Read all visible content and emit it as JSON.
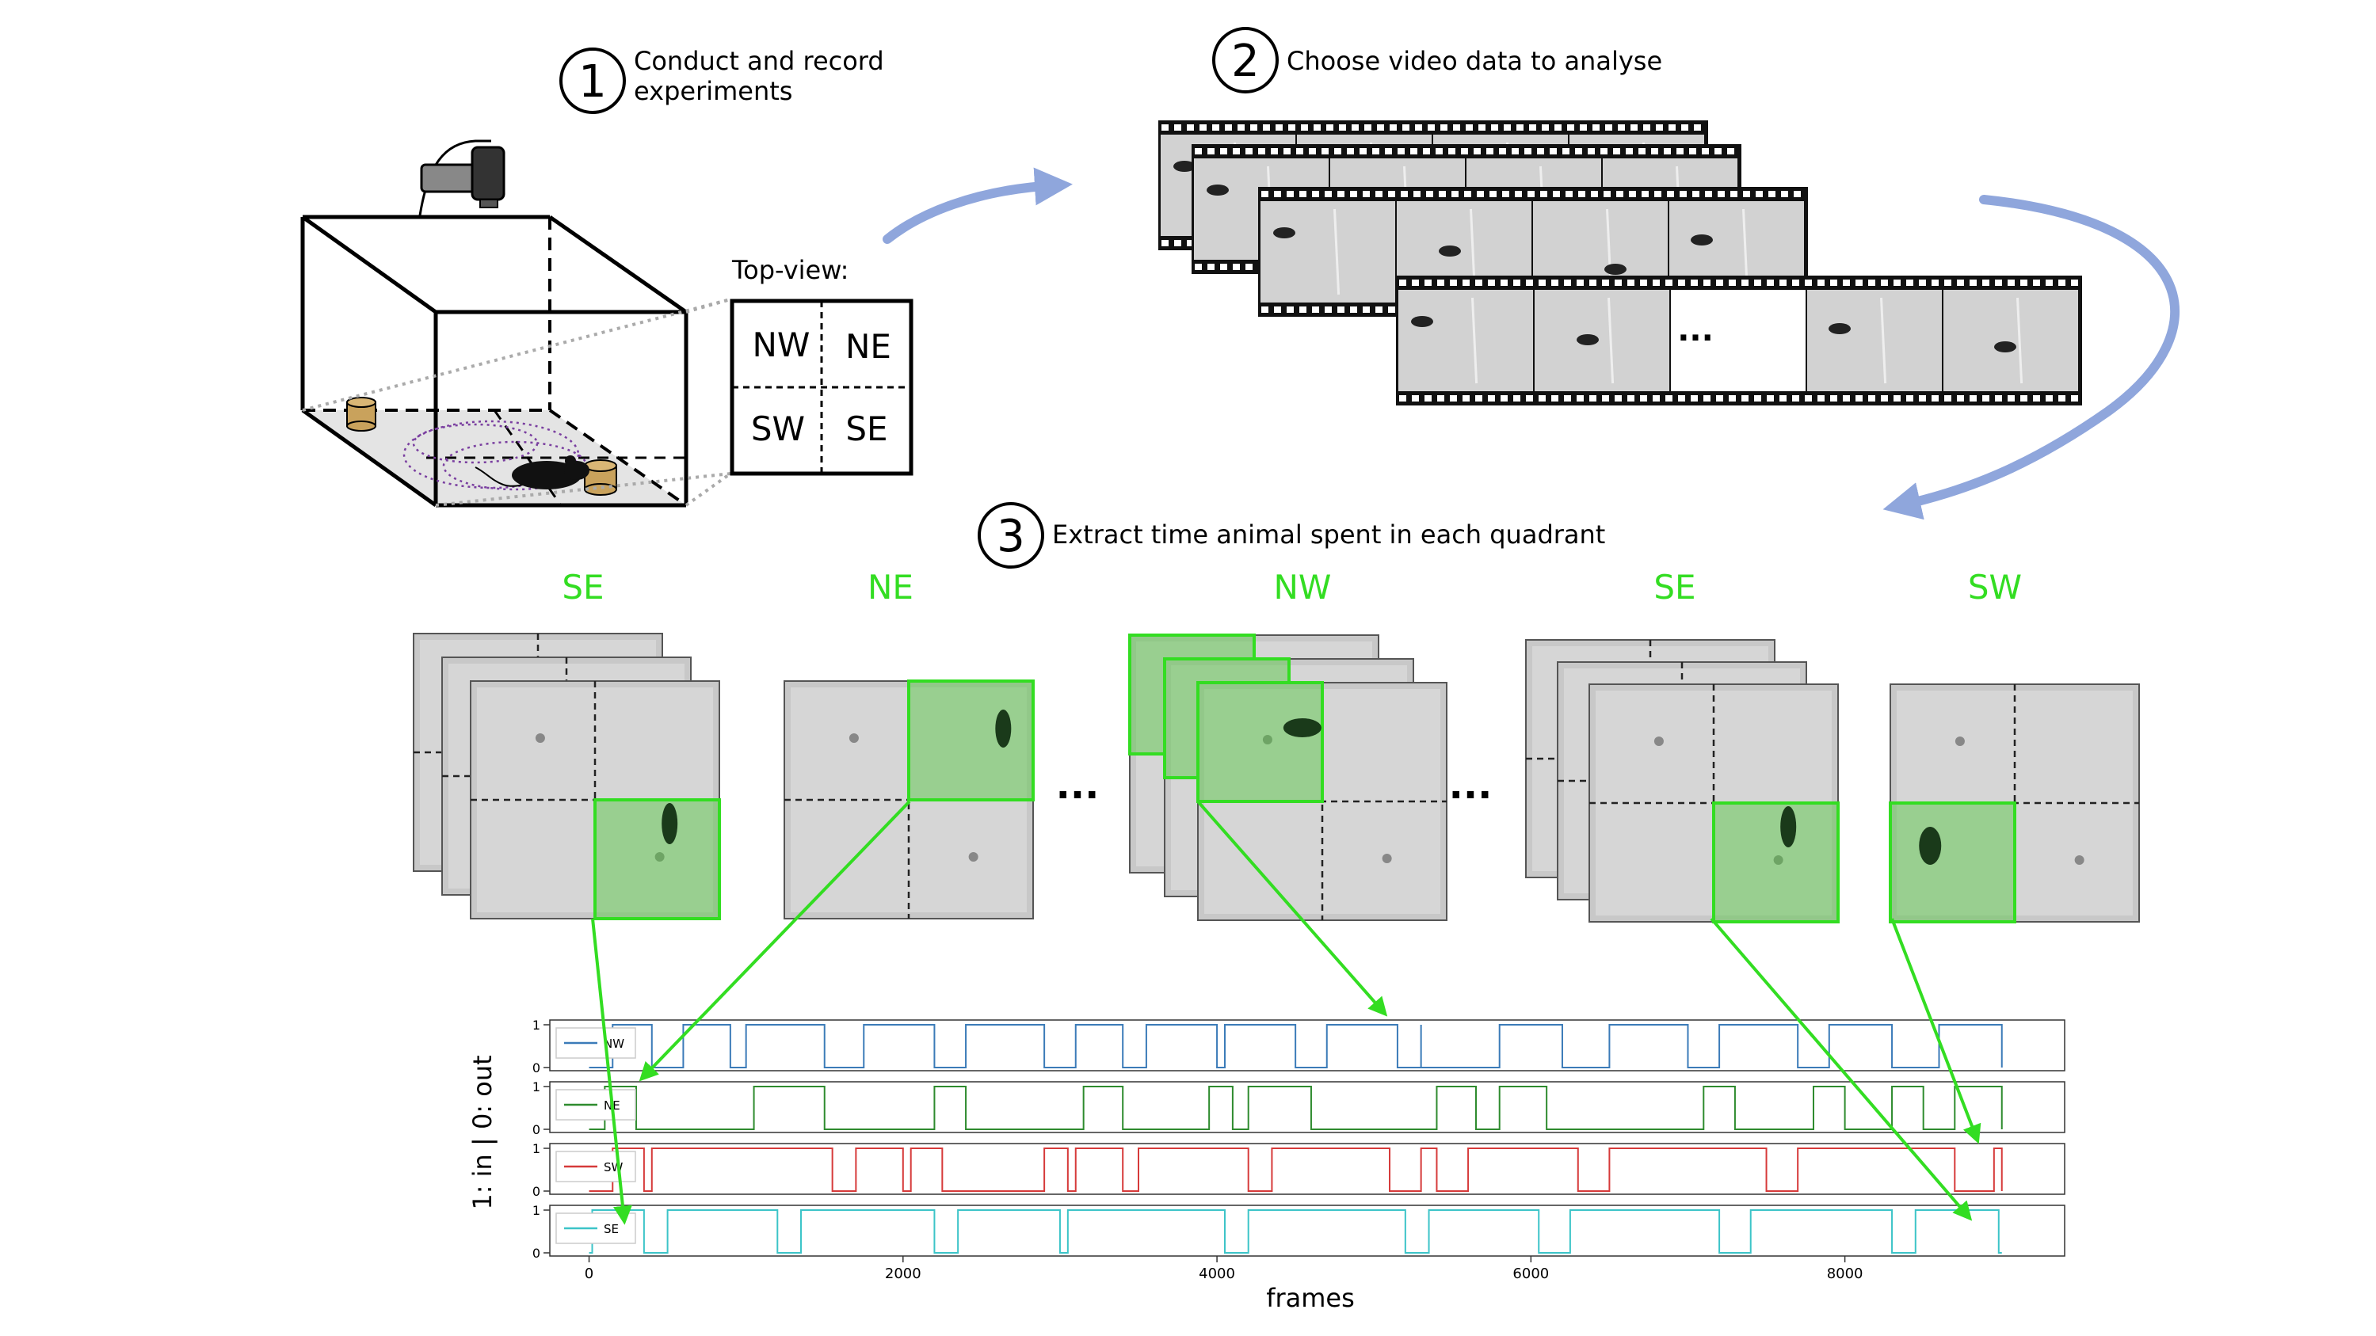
{
  "steps": [
    {
      "num": "1",
      "lines": [
        "Conduct and record",
        "experiments"
      ]
    },
    {
      "num": "2",
      "lines": [
        "Choose video data to analyse"
      ]
    },
    {
      "num": "3",
      "lines": [
        "Extract time animal spent in each quadrant"
      ]
    }
  ],
  "topview": {
    "title": "Top-view:",
    "quadrants": [
      "NW",
      "NE",
      "SW",
      "SE"
    ]
  },
  "filmstrip": {
    "ellipsis": "..."
  },
  "frame_labels": [
    "SE",
    "NE",
    "NW",
    "SE",
    "SW"
  ],
  "frame_label_color": "#33dd22",
  "ellipsis": "...",
  "arrow_color": "#8fa6dc",
  "green_arrow_color": "#33dd22",
  "chart_data": {
    "type": "line",
    "xlabel": "frames",
    "ylabel": "1: in | 0: out",
    "xlim": [
      0,
      9000
    ],
    "x_ticks": [
      "0",
      "2000",
      "4000",
      "6000",
      "8000"
    ],
    "y_ticks": [
      "0",
      "1"
    ],
    "grid": false,
    "legend": "upper-left",
    "series": [
      {
        "name": "NW",
        "color": "#3b7bb8",
        "steps": [
          [
            0,
            0
          ],
          [
            150,
            1
          ],
          [
            400,
            0
          ],
          [
            600,
            1
          ],
          [
            900,
            0
          ],
          [
            1000,
            1
          ],
          [
            1500,
            0
          ],
          [
            1750,
            1
          ],
          [
            2200,
            0
          ],
          [
            2400,
            1
          ],
          [
            2900,
            0
          ],
          [
            3100,
            1
          ],
          [
            3400,
            0
          ],
          [
            3550,
            1
          ],
          [
            4000,
            0
          ],
          [
            4050,
            1
          ],
          [
            4500,
            0
          ],
          [
            4700,
            1
          ],
          [
            5150,
            0
          ],
          [
            5300,
            1
          ],
          [
            5300,
            0
          ],
          [
            5800,
            1
          ],
          [
            6200,
            0
          ],
          [
            6500,
            1
          ],
          [
            7000,
            0
          ],
          [
            7200,
            1
          ],
          [
            7700,
            0
          ],
          [
            7900,
            1
          ],
          [
            8300,
            0
          ],
          [
            8600,
            1
          ],
          [
            9000,
            0
          ]
        ]
      },
      {
        "name": "NE",
        "color": "#2e8b2e",
        "steps": [
          [
            0,
            0
          ],
          [
            100,
            1
          ],
          [
            300,
            0
          ],
          [
            1050,
            1
          ],
          [
            1500,
            0
          ],
          [
            2200,
            1
          ],
          [
            2400,
            0
          ],
          [
            3150,
            1
          ],
          [
            3400,
            0
          ],
          [
            3950,
            1
          ],
          [
            4100,
            0
          ],
          [
            4200,
            1
          ],
          [
            4600,
            0
          ],
          [
            5400,
            1
          ],
          [
            5650,
            0
          ],
          [
            5800,
            1
          ],
          [
            6100,
            0
          ],
          [
            7100,
            1
          ],
          [
            7300,
            0
          ],
          [
            7800,
            1
          ],
          [
            8000,
            0
          ],
          [
            8300,
            1
          ],
          [
            8500,
            0
          ],
          [
            8700,
            1
          ],
          [
            9000,
            0
          ]
        ]
      },
      {
        "name": "SW",
        "color": "#d63a3a",
        "steps": [
          [
            0,
            0
          ],
          [
            150,
            1
          ],
          [
            350,
            0
          ],
          [
            400,
            1
          ],
          [
            1550,
            0
          ],
          [
            1700,
            1
          ],
          [
            2000,
            0
          ],
          [
            2050,
            1
          ],
          [
            2250,
            0
          ],
          [
            2900,
            1
          ],
          [
            3050,
            0
          ],
          [
            3100,
            1
          ],
          [
            3400,
            0
          ],
          [
            3500,
            1
          ],
          [
            4200,
            0
          ],
          [
            4350,
            1
          ],
          [
            5100,
            0
          ],
          [
            5300,
            1
          ],
          [
            5400,
            0
          ],
          [
            5600,
            1
          ],
          [
            6300,
            0
          ],
          [
            6500,
            1
          ],
          [
            7500,
            0
          ],
          [
            7700,
            1
          ],
          [
            8700,
            0
          ],
          [
            8950,
            1
          ],
          [
            9000,
            0
          ]
        ]
      },
      {
        "name": "SE",
        "color": "#3cc4c8",
        "steps": [
          [
            0,
            0
          ],
          [
            20,
            1
          ],
          [
            350,
            0
          ],
          [
            500,
            1
          ],
          [
            1200,
            0
          ],
          [
            1350,
            1
          ],
          [
            2200,
            0
          ],
          [
            2350,
            1
          ],
          [
            3000,
            0
          ],
          [
            3050,
            1
          ],
          [
            4050,
            0
          ],
          [
            4200,
            1
          ],
          [
            5200,
            0
          ],
          [
            5350,
            1
          ],
          [
            6050,
            0
          ],
          [
            6250,
            1
          ],
          [
            7200,
            0
          ],
          [
            7400,
            1
          ],
          [
            8300,
            0
          ],
          [
            8450,
            1
          ],
          [
            8980,
            0
          ]
        ]
      }
    ]
  }
}
